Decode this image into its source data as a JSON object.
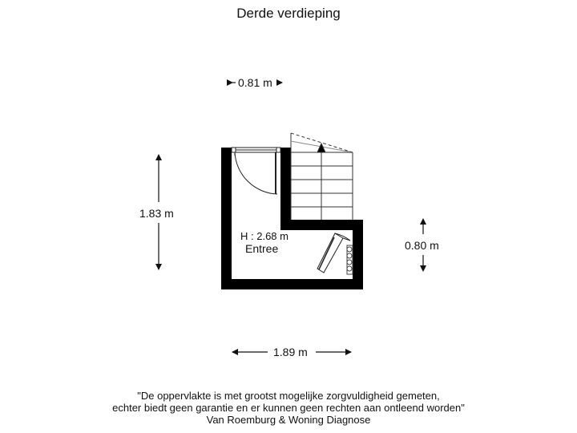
{
  "title": "Derde verdieping",
  "room": {
    "height_label": "H : 2.68 m",
    "name": "Entree"
  },
  "dimensions": {
    "top_width": "0.81 m",
    "left_height": "1.83 m",
    "right_height": "0.80 m",
    "bottom_width": "1.89 m"
  },
  "disclaimer": {
    "line1": "\"De oppervlakte is met grootst mogelijke zorgvuldigheid gemeten,",
    "line2": "echter biedt geen garantie en er kunnen geen rechten aan ontleend worden\"",
    "line3": "Van Roemburg & Woning Diagnose"
  },
  "colors": {
    "wall": "#000000",
    "line": "#222222",
    "background": "#ffffff"
  }
}
